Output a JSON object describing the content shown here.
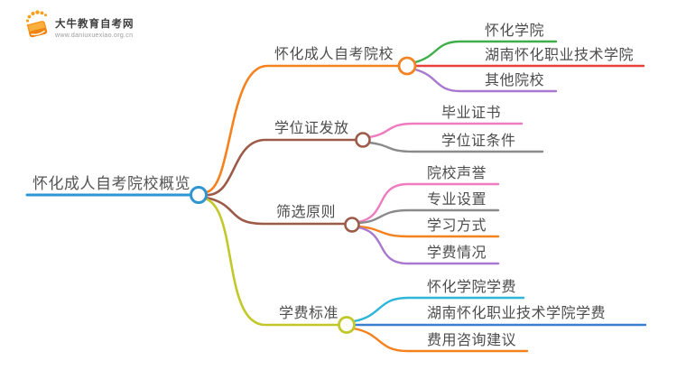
{
  "palette": {
    "root_blue": "#2e96d3",
    "orange": "#f5821f",
    "brown": "#9c5a48",
    "olive": "#c2c829",
    "green": "#3fae49",
    "red": "#e8403a",
    "purple": "#a878d0",
    "pink": "#ef7bc1",
    "gray": "#8a8a8a",
    "cyan": "#2db6da",
    "blue": "#3b7fd0",
    "text": "#4d4d4d",
    "logo_orange": "#f7941d"
  },
  "logo": {
    "title": "大牛教育自考网",
    "url": "www.daniuxuexiao.org.cn"
  },
  "mindmap": {
    "root": {
      "label": "怀化成人自考院校概览"
    },
    "branches": [
      {
        "label": "怀化成人自考院校",
        "children": [
          {
            "label": "怀化学院"
          },
          {
            "label": "湖南怀化职业技术学院"
          },
          {
            "label": "其他院校"
          }
        ]
      },
      {
        "label": "学位证发放",
        "children": [
          {
            "label": "毕业证书"
          },
          {
            "label": "学位证条件"
          }
        ]
      },
      {
        "label": "筛选原则",
        "children": [
          {
            "label": "院校声誉"
          },
          {
            "label": "专业设置"
          },
          {
            "label": "学习方式"
          },
          {
            "label": "学费情况"
          }
        ]
      },
      {
        "label": "学费标准",
        "children": [
          {
            "label": "怀化学院学费"
          },
          {
            "label": "湖南怀化职业技术学院学费"
          },
          {
            "label": "费用咨询建议"
          }
        ]
      }
    ]
  }
}
